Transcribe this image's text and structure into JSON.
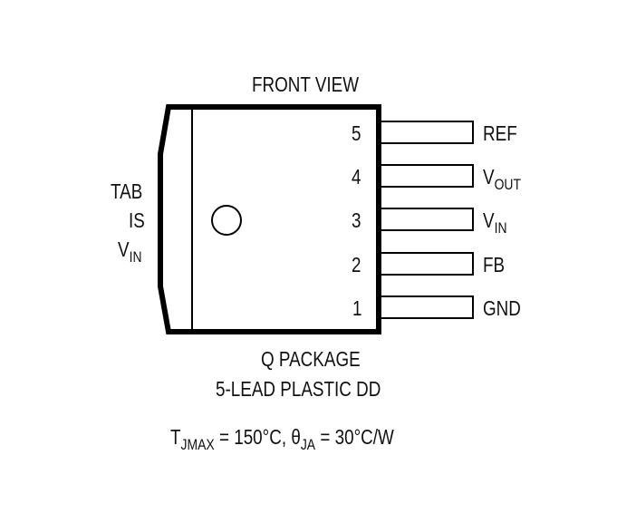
{
  "title": "FRONT VIEW",
  "tab_label": {
    "line1": "TAB",
    "line2": "IS",
    "line3_main": "V",
    "line3_sub": "IN"
  },
  "pins": [
    {
      "number": "5",
      "name_main": "REF",
      "name_sub": ""
    },
    {
      "number": "4",
      "name_main": "V",
      "name_sub": "OUT"
    },
    {
      "number": "3",
      "name_main": "V",
      "name_sub": "IN"
    },
    {
      "number": "2",
      "name_main": "FB",
      "name_sub": ""
    },
    {
      "number": "1",
      "name_main": "GND",
      "name_sub": ""
    }
  ],
  "package": {
    "line1": "Q PACKAGE",
    "line2": "5-LEAD PLASTIC DD"
  },
  "thermal": {
    "t_main": "T",
    "t_sub": "JMAX",
    "t_val": " = 150°C, ",
    "theta_main": "θ",
    "theta_sub": "JA",
    "theta_val": " = 30°C/W"
  }
}
